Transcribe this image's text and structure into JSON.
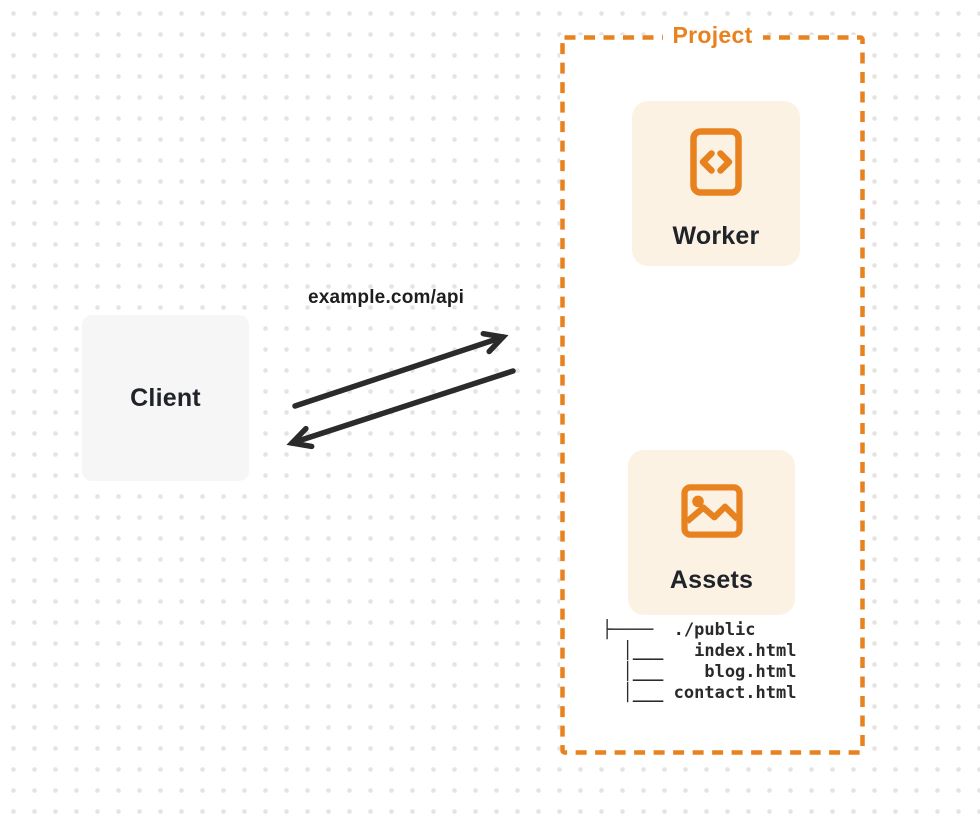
{
  "diagram": {
    "client": {
      "label": "Client"
    },
    "request": {
      "label": "example.com/api"
    },
    "project": {
      "label": "Project",
      "worker": {
        "label": "Worker",
        "icon": "code-file-icon"
      },
      "assets": {
        "label": "Assets",
        "icon": "image-icon"
      },
      "file_tree": {
        "root": "./public",
        "files": [
          "index.html",
          "blog.html",
          "contact.html"
        ],
        "ascii": "├────  ./public\n  │___   index.html\n  │___    blog.html\n  │___ contact.html"
      }
    },
    "arrows": [
      {
        "name": "request-arrow",
        "from": "Client",
        "to": "Project",
        "direction": "up-right"
      },
      {
        "name": "response-arrow",
        "from": "Project",
        "to": "Client",
        "direction": "down-left"
      }
    ]
  },
  "colors": {
    "accent_orange": "#E8821F",
    "card_bg": "#FCF2E4",
    "client_bg": "#F6F6F6",
    "arrow_color": "#2B2B2B",
    "text_dark": "#20242A",
    "dot_color": "#E4E4E4"
  }
}
